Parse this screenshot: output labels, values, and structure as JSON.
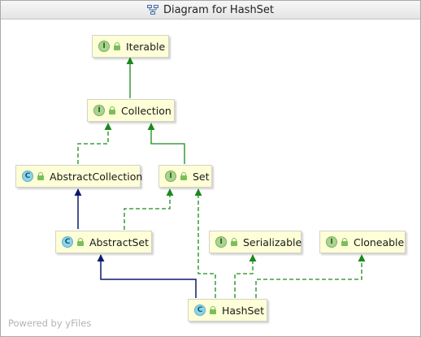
{
  "window": {
    "title": "Diagram for HashSet",
    "icon": "diagram-icon"
  },
  "nodes": {
    "iterable": {
      "label": "Iterable",
      "kind": "I"
    },
    "collection": {
      "label": "Collection",
      "kind": "I"
    },
    "abstract_collection": {
      "label": "AbstractCollection",
      "kind": "C"
    },
    "set": {
      "label": "Set",
      "kind": "I"
    },
    "abstract_set": {
      "label": "AbstractSet",
      "kind": "C"
    },
    "serializable": {
      "label": "Serializable",
      "kind": "I"
    },
    "cloneable": {
      "label": "Cloneable",
      "kind": "I"
    },
    "hashset": {
      "label": "HashSet",
      "kind": "C"
    }
  },
  "edges": [
    {
      "from": "collection",
      "to": "iterable",
      "type": "extends-interface"
    },
    {
      "from": "abstract_collection",
      "to": "collection",
      "type": "implements"
    },
    {
      "from": "set",
      "to": "collection",
      "type": "extends-interface"
    },
    {
      "from": "abstract_set",
      "to": "abstract_collection",
      "type": "extends-class"
    },
    {
      "from": "abstract_set",
      "to": "set",
      "type": "implements"
    },
    {
      "from": "hashset",
      "to": "abstract_set",
      "type": "extends-class"
    },
    {
      "from": "hashset",
      "to": "set",
      "type": "implements"
    },
    {
      "from": "hashset",
      "to": "serializable",
      "type": "implements"
    },
    {
      "from": "hashset",
      "to": "cloneable",
      "type": "implements"
    }
  ],
  "colors": {
    "node_fill": "#fefed7",
    "interface_edge": "#1a8a1a",
    "class_edge": "#0c1a6b",
    "watermark": "#b3b3b3"
  },
  "watermark": "Powered by yFiles"
}
